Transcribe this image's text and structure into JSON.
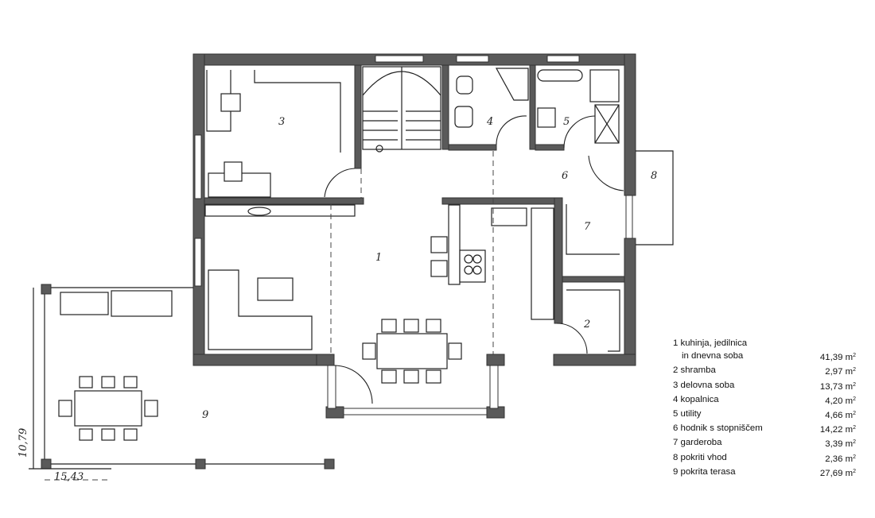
{
  "rooms": [
    {
      "num": "1",
      "name": "kuhinja, jedilnica",
      "name2": "in dnevna soba",
      "area": "41,39 m",
      "unit_sup": "2"
    },
    {
      "num": "2",
      "name": "shramba",
      "area": "2,97 m",
      "unit_sup": "2"
    },
    {
      "num": "3",
      "name": "delovna soba",
      "area": "13,73 m",
      "unit_sup": "2"
    },
    {
      "num": "4",
      "name": "kopalnica",
      "area": "4,20 m",
      "unit_sup": "2"
    },
    {
      "num": "5",
      "name": "utility",
      "area": "4,66 m",
      "unit_sup": "2"
    },
    {
      "num": "6",
      "name": "hodnik s stopniščem",
      "area": "14,22 m",
      "unit_sup": "2"
    },
    {
      "num": "7",
      "name": "garderoba",
      "area": "3,39 m",
      "unit_sup": "2"
    },
    {
      "num": "8",
      "name": "pokriti vhod",
      "area": "2,36 m",
      "unit_sup": "2"
    },
    {
      "num": "9",
      "name": "pokrita terasa",
      "area": "27,69 m",
      "unit_sup": "2"
    }
  ],
  "dimensions": {
    "width": "15,43",
    "height": "10,79"
  },
  "colors": {
    "wall": "#5a5a5a",
    "line": "#222222"
  }
}
